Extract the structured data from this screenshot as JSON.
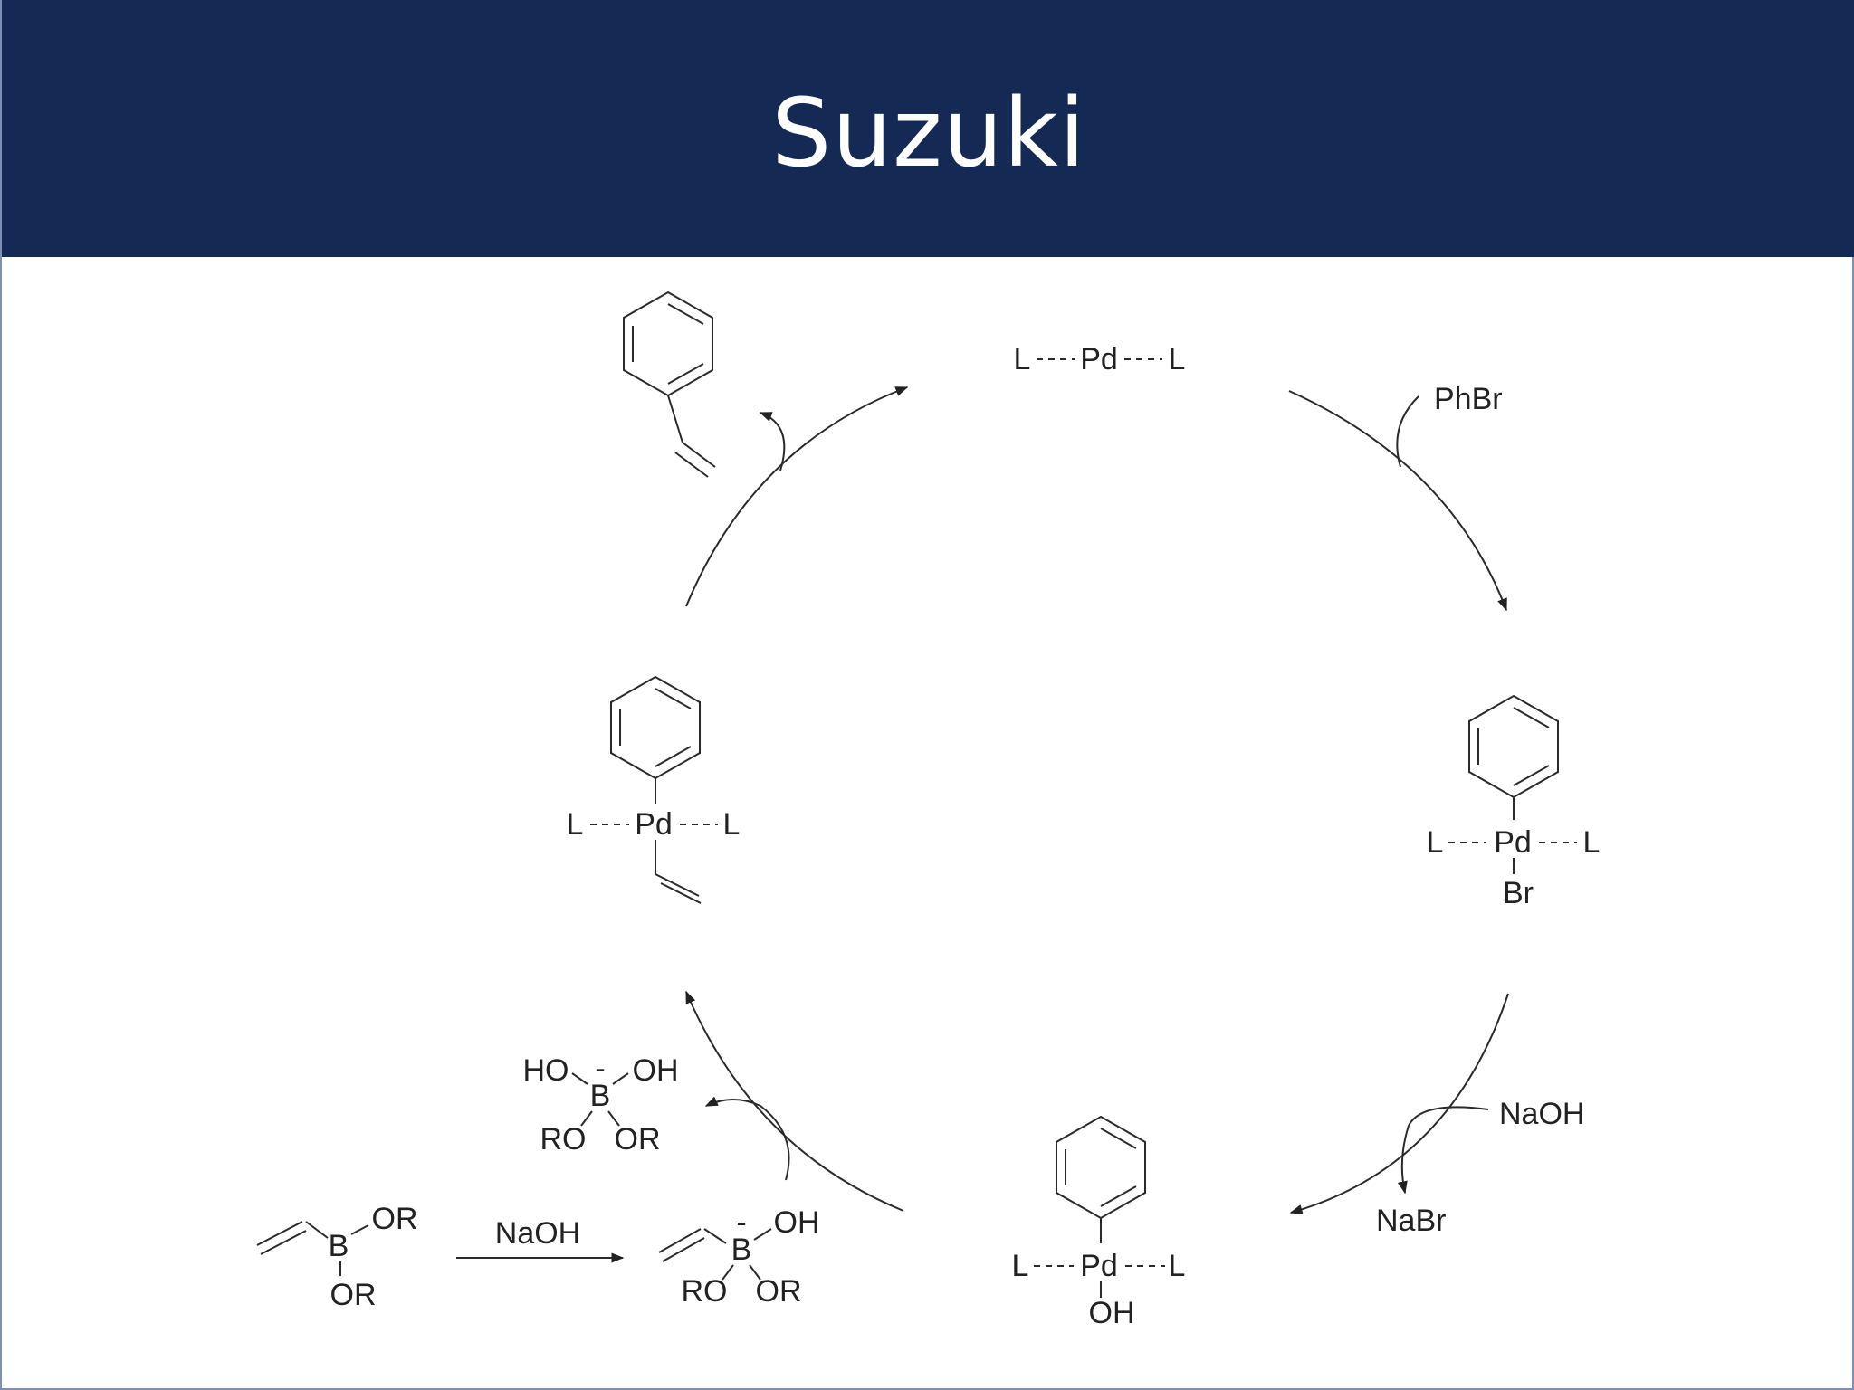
{
  "slide": {
    "title": "Suzuki",
    "header_color": "#142a55"
  },
  "diagram": {
    "catalyst": {
      "left": "L",
      "center": "Pd",
      "right": "L"
    },
    "oxidative_addition": {
      "reagent": "PhBr"
    },
    "pd_bromide": {
      "left": "L",
      "center": "Pd",
      "right": "L",
      "bottom": "Br"
    },
    "metathesis": {
      "reagent": "NaOH",
      "byproduct": "NaBr"
    },
    "pd_hydroxide": {
      "left": "L",
      "center": "Pd",
      "right": "L",
      "bottom": "OH"
    },
    "boronate_ester": {
      "center": "B",
      "top_right": "OR",
      "bottom": "OR"
    },
    "activation": {
      "reagent": "NaOH"
    },
    "ate_complex": {
      "center": "B",
      "charge": "-",
      "top_right": "OH",
      "bottom_left": "RO",
      "bottom_right": "OR"
    },
    "borate_byproduct": {
      "center": "B",
      "charge": "-",
      "top_left": "HO",
      "top_right": "OH",
      "bottom_left": "RO",
      "bottom_right": "OR"
    },
    "pd_diorgano": {
      "left": "L",
      "center": "Pd",
      "right": "L"
    }
  }
}
